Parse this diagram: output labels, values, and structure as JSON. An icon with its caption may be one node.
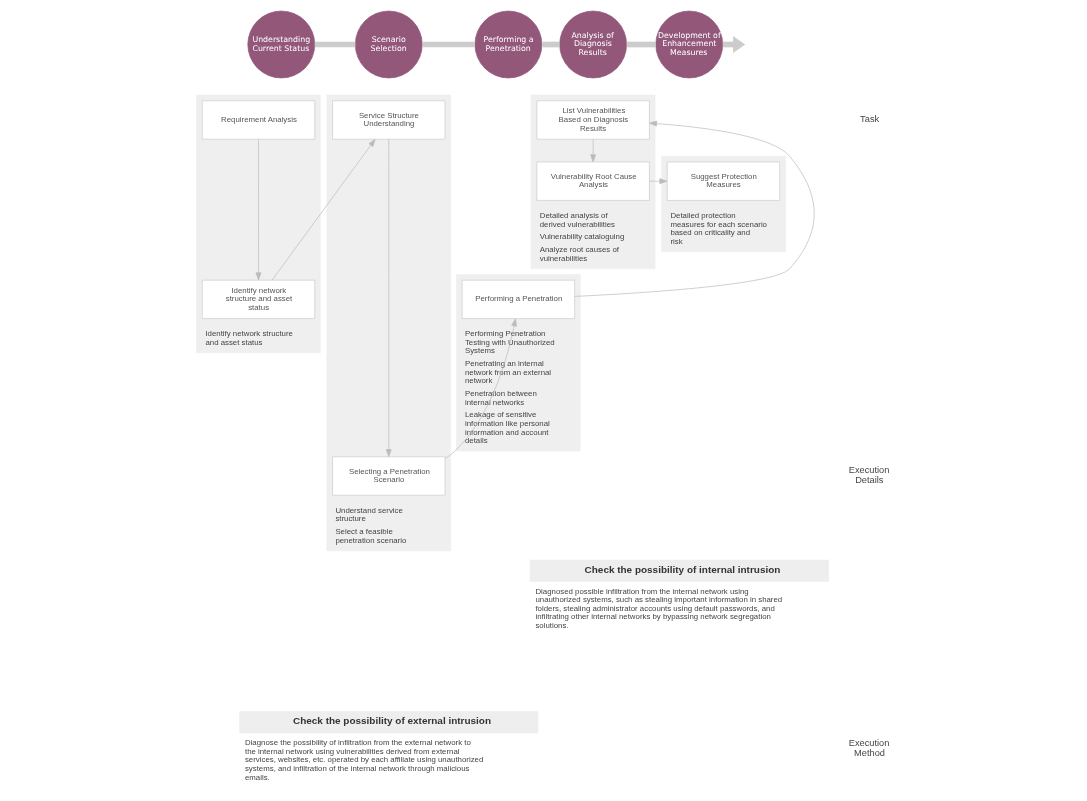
{
  "diagram": {
    "nodes": [
      {
        "text": [
          "Identify network structure and asset status"
        ]
      },
      {
        "text": [
          "Understanding Current Status"
        ]
      },
      {
        "text": [
          "Requirement Analysis"
        ],
        "in": 0
      },
      {
        "text": [
          "Identify network structure and asset status"
        ],
        "in": 0
      },
      {
        "text": [
          "Understand service structure",
          "Select a feasible penetration scenario"
        ]
      },
      {
        "text": [
          "Scenario Selection"
        ]
      },
      {
        "text": [
          "Service Structure Understanding"
        ],
        "in": 4
      },
      {
        "text": [
          "Selecting a Penetration Scenario"
        ],
        "in": 4
      },
      {
        "text": [
          "Performing Penetration Testing with Unauthorized Systems",
          "Penetrating an internal network from an external network",
          "Penetration between internal networks",
          "Leakage of sensitive information like personal information and account details"
        ]
      },
      {
        "text": [
          "Performing a Penetration"
        ]
      },
      {
        "text": [
          "Performing a Penetration"
        ],
        "in": 8
      },
      {
        "text": [
          "Detailed analysis of derived vulnerabilities",
          "Vulnerability cataloguing",
          "Analyze root causes of vulnerabilities"
        ]
      },
      {
        "text": [
          "Analysis of Diagnosis Results"
        ]
      },
      {
        "text": [
          "List Vulnerabilities Based on Diagnosis Results"
        ],
        "in": 11
      },
      {
        "text": [
          "Vulnerability Root Cause Analysis"
        ],
        "in": 11
      },
      {
        "text": [
          "Detailed protection measures for each scenario based on criticality and risk"
        ]
      },
      {
        "text": [
          "Development of Enhancement Measures"
        ]
      },
      {
        "text": [
          "Suggest Protection Measures"
        ],
        "in": 15
      },
      {
        "text": [
          "Check the possibility of external intrusion",
          "Diagnose the possibility of infiltration from the external network to the internal network using vulnerabilities derived from external services, websites, etc. operated by each affiliate using unauthorized systems, and infiltration of the internal network through malicious emails."
        ]
      },
      {
        "text": [
          "Check the possibility of internal intrusion",
          "Diagnosed possible infiltration from the internal network using unauthorized systems, such as stealing important information in shared folders, stealing administrator accounts using default passwords, and infiltrating other internal networks by bypassing network segregation solutions."
        ]
      }
    ],
    "edges": [
      {
        "from": 1,
        "to": 5,
        "arrow": "none",
        "style": "thick",
        "color": "#cccccc"
      },
      {
        "from": 5,
        "to": 9,
        "arrow": "none",
        "style": "thick",
        "color": "#cccccc"
      },
      {
        "from": 9,
        "to": 12,
        "arrow": "none",
        "style": "thick",
        "color": "#cccccc"
      },
      {
        "from": 12,
        "to": 16,
        "arrow": "none",
        "style": "thick",
        "color": "#cccccc"
      },
      {
        "from": 16,
        "to": null,
        "arrow": "to",
        "style": "thick",
        "color": "#cccccc"
      },
      {
        "from": 2,
        "to": 3,
        "arrow": "to"
      },
      {
        "from": 3,
        "to": 6,
        "arrow": "to"
      },
      {
        "from": 6,
        "to": 7,
        "arrow": "to"
      },
      {
        "from": 7,
        "to": 10,
        "arrow": "to"
      },
      {
        "from": 10,
        "to": 13,
        "arrow": "to"
      },
      {
        "from": 13,
        "to": 14,
        "arrow": "to"
      },
      {
        "from": 14,
        "to": 17,
        "arrow": "to"
      }
    ],
    "labels": [
      "Task",
      "Execution Details",
      "Execution Method"
    ]
  }
}
